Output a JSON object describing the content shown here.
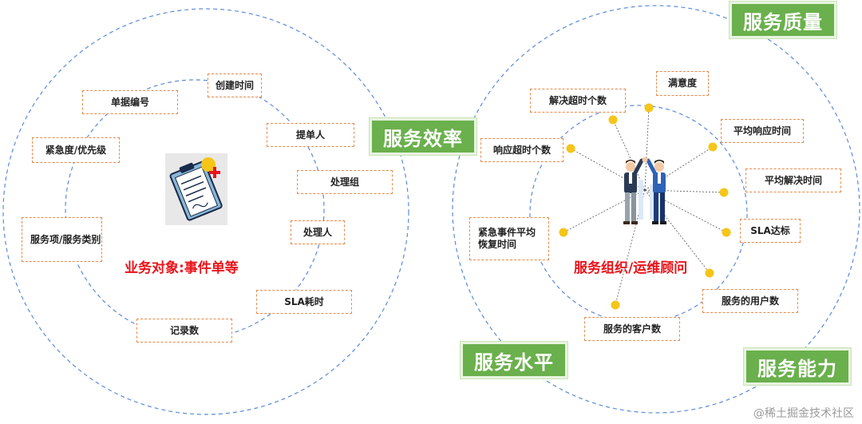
{
  "left": {
    "nodes": [
      {
        "key": "create_time",
        "label": "创建时间"
      },
      {
        "key": "ticket_no",
        "label": "单据编号"
      },
      {
        "key": "submitter",
        "label": "提单人"
      },
      {
        "key": "urgency",
        "label": "紧急度/优先级"
      },
      {
        "key": "handler_group",
        "label": "处理组"
      },
      {
        "key": "service_type",
        "label": "服务项/服务类别"
      },
      {
        "key": "handler",
        "label": "处理人"
      },
      {
        "key": "sla_time",
        "label": "SLA耗时"
      },
      {
        "key": "record_count",
        "label": "记录数"
      }
    ],
    "center_title": "业务对象:事件单等"
  },
  "right": {
    "nodes": [
      {
        "key": "satisfaction",
        "label": "满意度"
      },
      {
        "key": "resolve_timeout",
        "label": "解决超时个数"
      },
      {
        "key": "avg_response",
        "label": "平均响应时间"
      },
      {
        "key": "response_timeout",
        "label": "响应超时个数"
      },
      {
        "key": "avg_resolve",
        "label": "平均解决时间"
      },
      {
        "key": "sla_met",
        "label": "SLA达标"
      },
      {
        "key": "urgent_recovery",
        "label": "紧急事件平均恢复时间"
      },
      {
        "key": "user_count",
        "label": "服务的用户数"
      },
      {
        "key": "customer_count",
        "label": "服务的客户数"
      }
    ],
    "center_title": "服务组织/运维顾问"
  },
  "tags": {
    "quality": "服务质量",
    "efficiency": "服务效率",
    "level": "服务水平",
    "capability": "服务能力"
  },
  "watermark": "@稀土掘金技术社区",
  "colors": {
    "tag_green": "#6ab04c",
    "box_border": "#e8894a",
    "circle_blue": "#5b8bd9",
    "dot_yellow": "#f5c518",
    "title_red": "#e8141b"
  },
  "icons": [
    "clipboard-icon",
    "business-handshake-icon"
  ]
}
